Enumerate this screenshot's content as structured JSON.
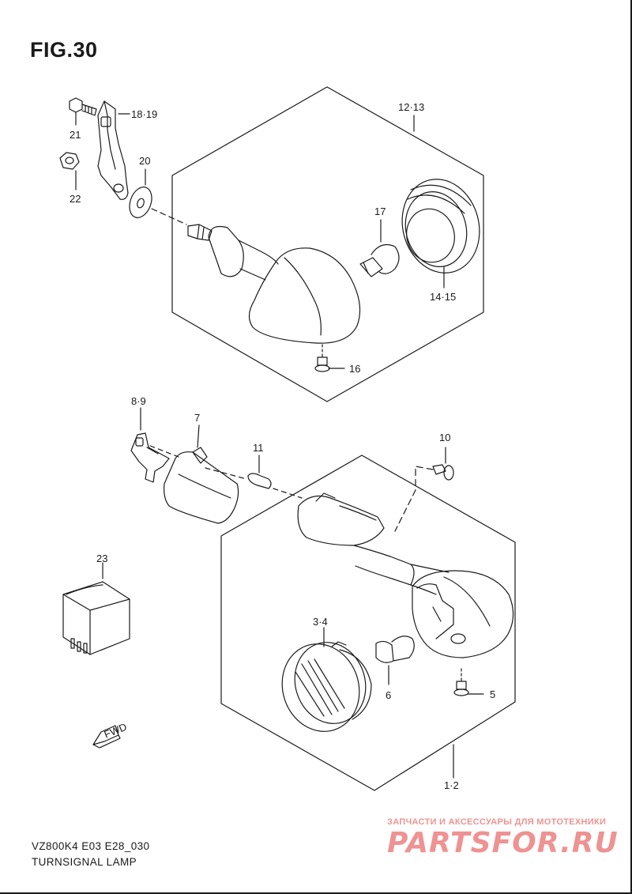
{
  "figure": {
    "title": "FIG.30",
    "model_code": "VZ800K4 E03 E28_030",
    "caption": "TURNSIGNAL LAMP"
  },
  "callouts": {
    "c_18_19": "18·19",
    "c_21": "21",
    "c_22": "22",
    "c_20": "20",
    "c_12_13": "12·13",
    "c_17": "17",
    "c_14_15": "14·15",
    "c_16": "16",
    "c_8_9": "8·9",
    "c_7": "7",
    "c_11": "11",
    "c_10": "10",
    "c_23": "23",
    "c_3_4": "3·4",
    "c_6": "6",
    "c_5": "5",
    "c_1_2": "1·2"
  },
  "fwd_label": "FWD",
  "watermark": {
    "tagline": "ЗАПЧАСТИ И АКСЕССУАРЫ ДЛЯ МОТОТЕХНИКИ",
    "brand": "PARTSFOR.RU",
    "color": "#e23a3a"
  },
  "colors": {
    "line": "#1a1a1a",
    "background": "#ffffff"
  }
}
